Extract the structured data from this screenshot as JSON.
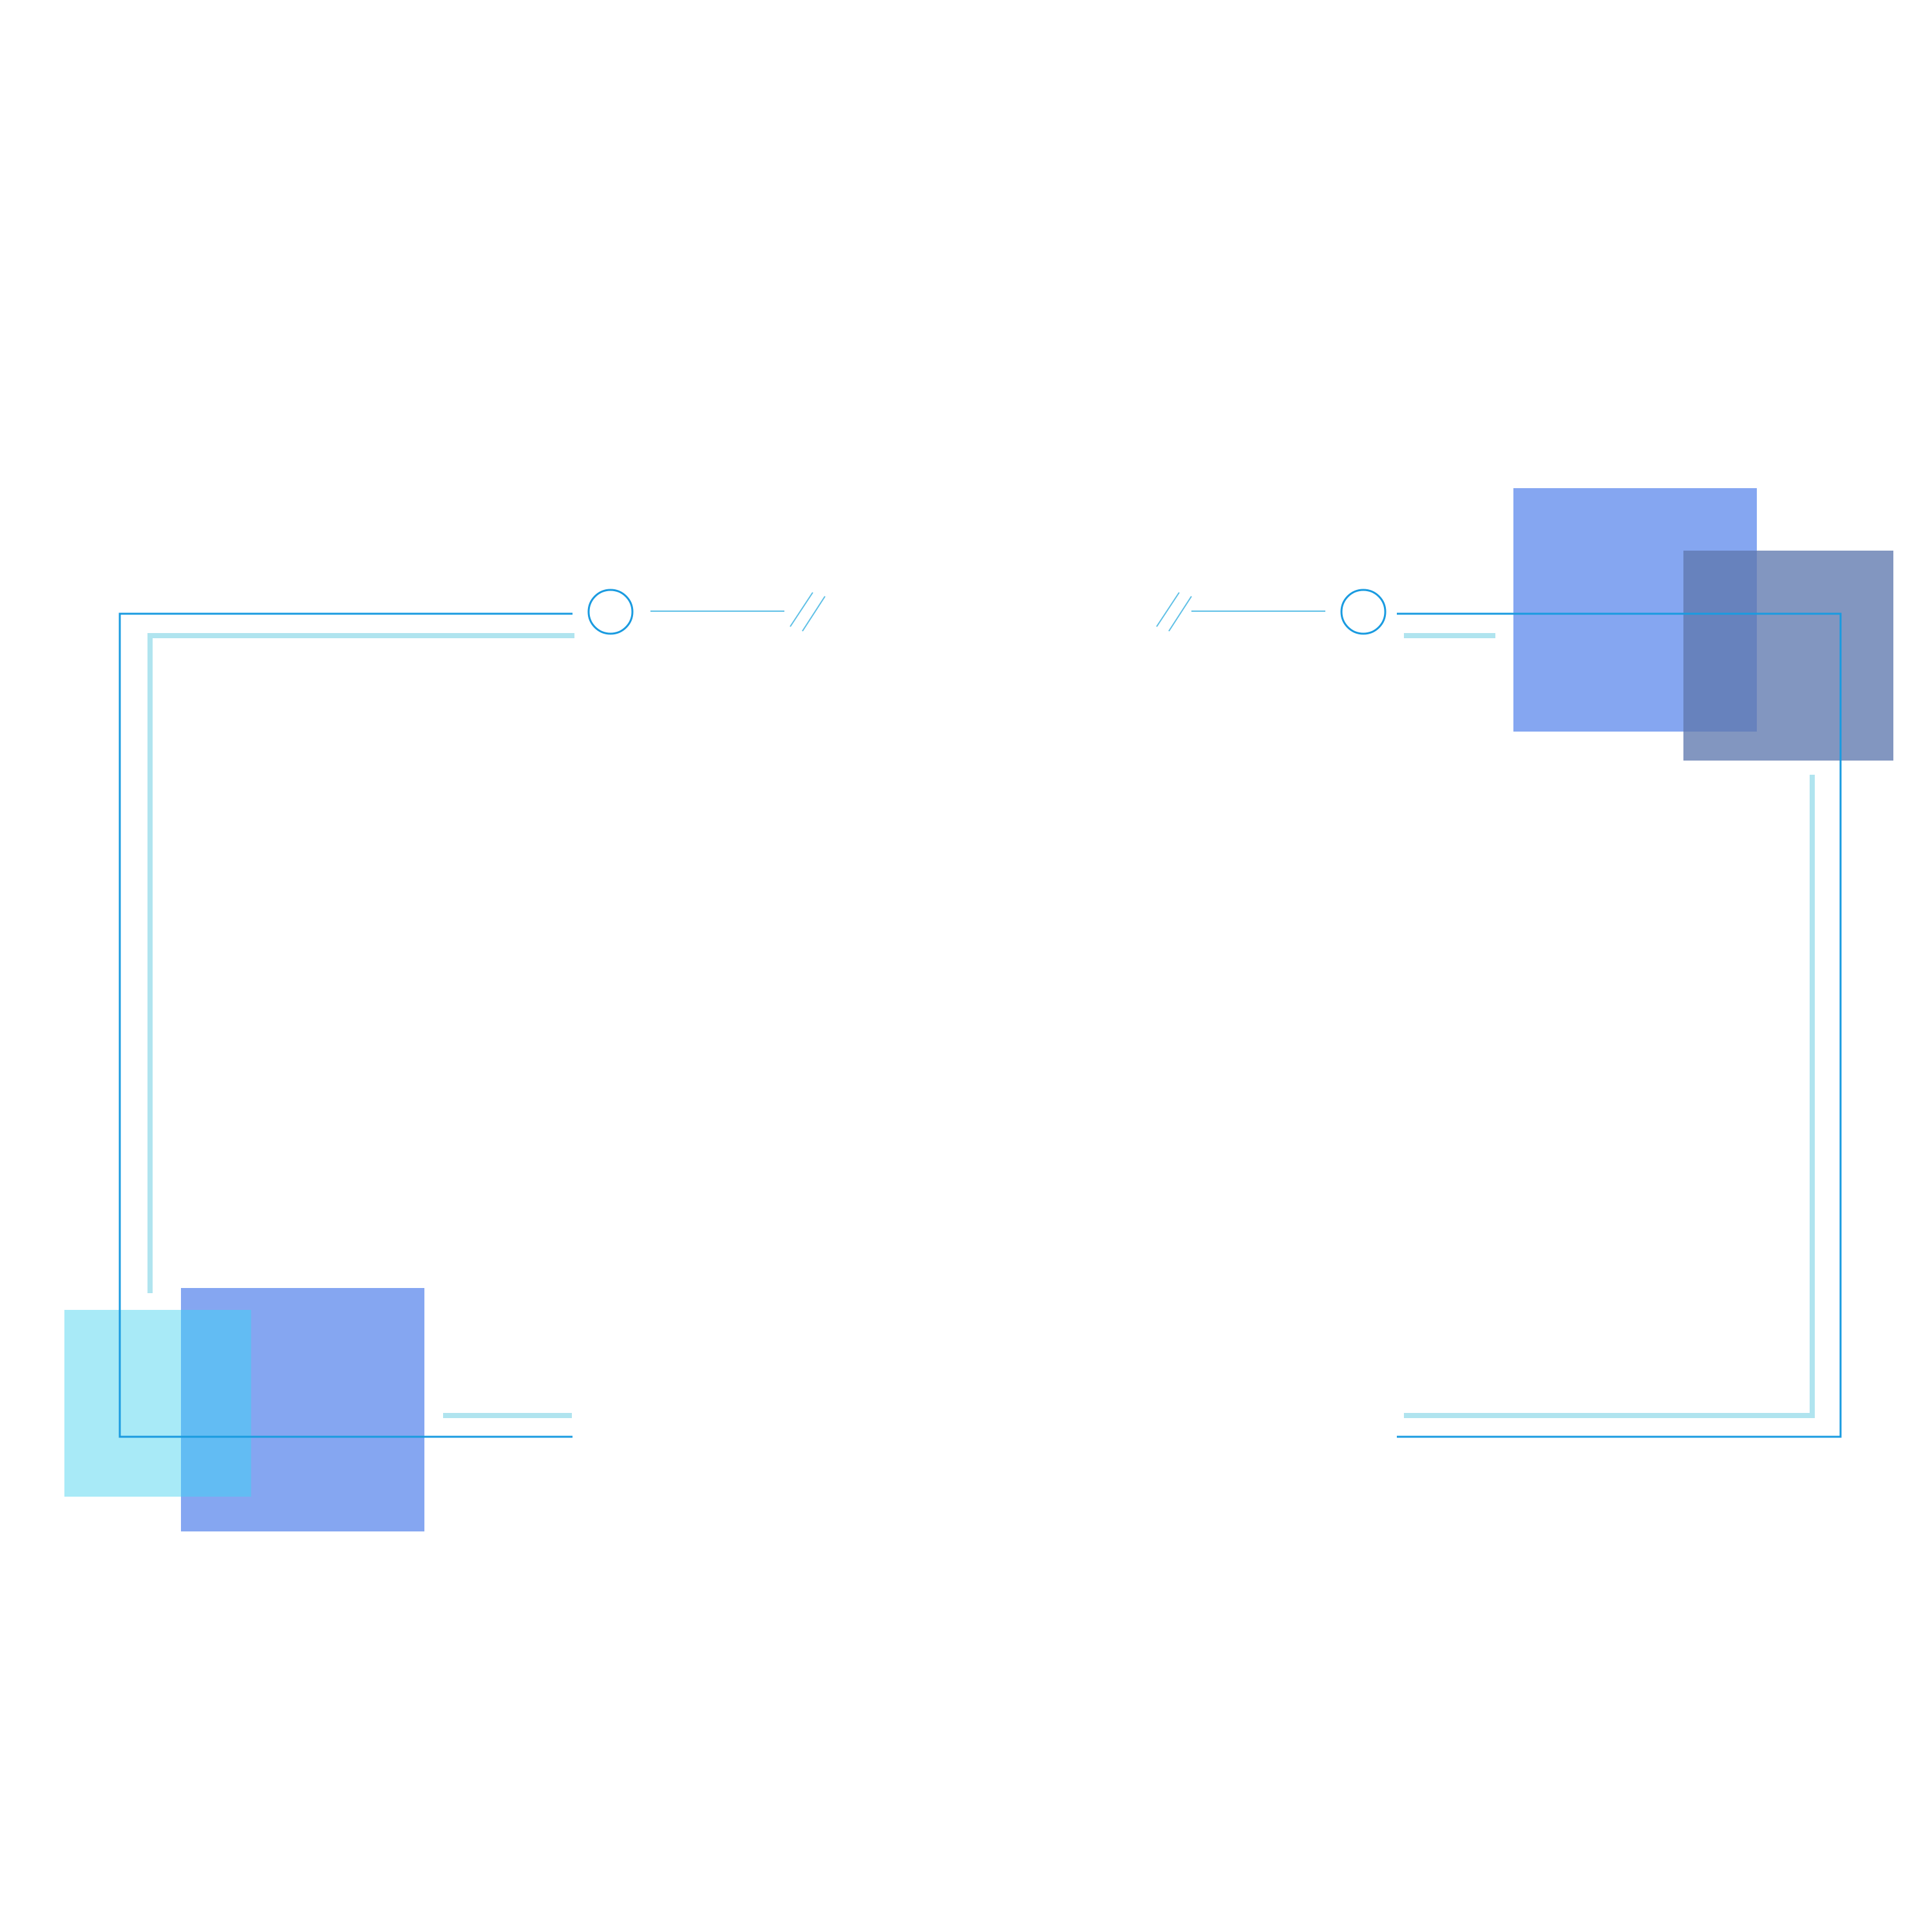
{
  "palette": {
    "background": "#ffffff",
    "frame_line": "#1a9be0",
    "frame_line_light": "#b0e4ef",
    "square_blue": "#7096ee",
    "square_slate": "#5f78ae",
    "square_cyan": "#9ee8f6"
  },
  "shapes": {
    "frame": "double-line-rectangular-frame",
    "accents": [
      "circle-icon",
      "circle-icon",
      "double-slash-icon",
      "double-slash-icon"
    ],
    "decorations": [
      "overlapping-squares-top-right",
      "overlapping-squares-bottom-left"
    ]
  }
}
